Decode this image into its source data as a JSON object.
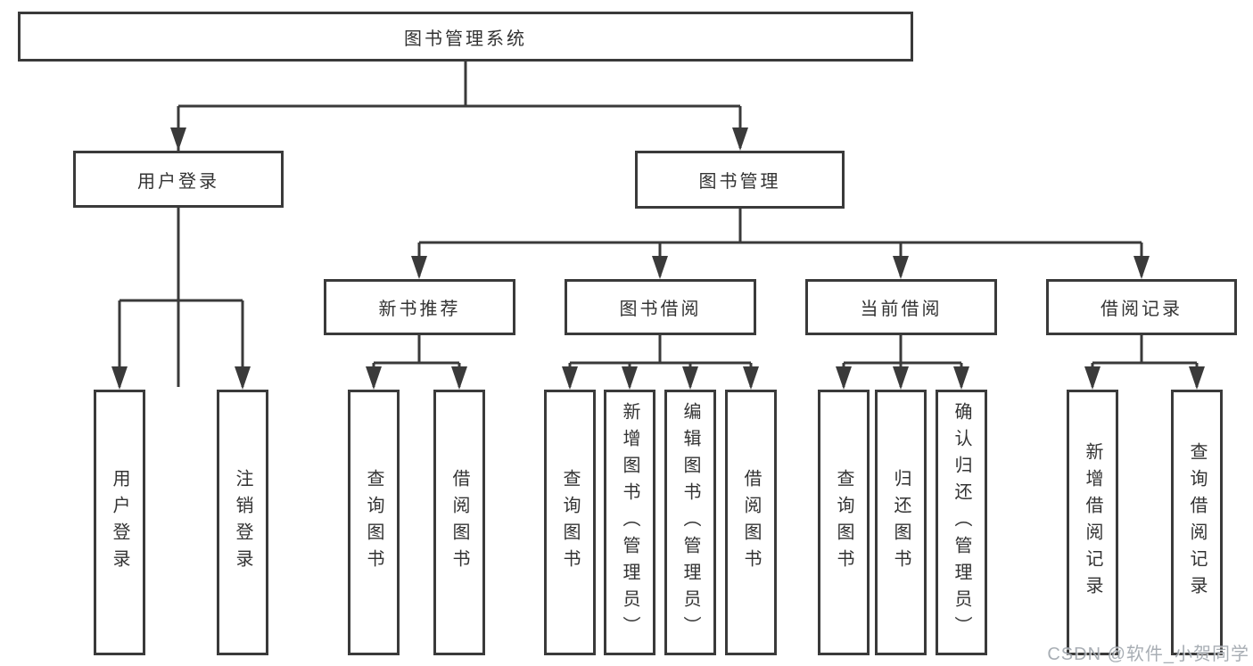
{
  "diagram": {
    "root": {
      "label": "图书管理系统"
    },
    "branches": [
      {
        "label": "用户登录",
        "children": [
          {
            "label": "用户登录"
          },
          {
            "label": "注销登录"
          }
        ]
      },
      {
        "label": "图书管理",
        "children": [
          {
            "label": "新书推荐",
            "children": [
              {
                "label": "查询图书"
              },
              {
                "label": "借阅图书"
              }
            ]
          },
          {
            "label": "图书借阅",
            "children": [
              {
                "label": "查询图书"
              },
              {
                "label": "新增图书（管理员）"
              },
              {
                "label": "编辑图书（管理员）"
              },
              {
                "label": "借阅图书"
              }
            ]
          },
          {
            "label": "当前借阅",
            "children": [
              {
                "label": "查询图书"
              },
              {
                "label": "归还图书"
              },
              {
                "label": "确认归还（管理员）"
              }
            ]
          },
          {
            "label": "借阅记录",
            "children": [
              {
                "label": "新增借阅记录"
              },
              {
                "label": "查询借阅记录"
              }
            ]
          }
        ]
      }
    ]
  },
  "watermark": {
    "text": "CSDN @软件_小贺同学"
  },
  "colors": {
    "line": "#3a3a3a",
    "text": "#333333",
    "background": "#ffffff",
    "watermark": "#9aa0a8"
  }
}
